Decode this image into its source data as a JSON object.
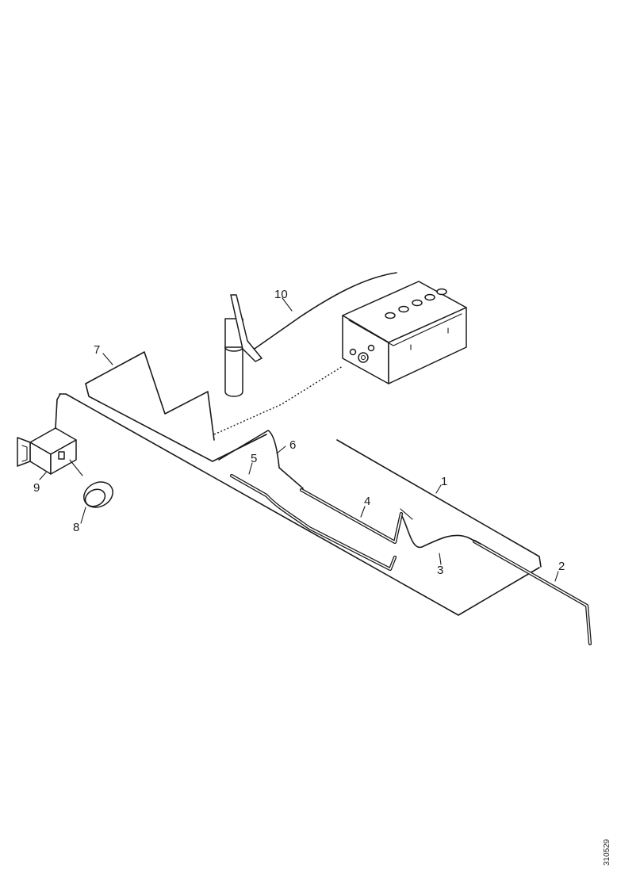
{
  "callouts": {
    "c1": "1",
    "c2": "2",
    "c3": "3",
    "c4": "4",
    "c5": "5",
    "c6": "6",
    "c7": "7",
    "c8": "8",
    "c9": "9",
    "c10": "10"
  },
  "figure_code": "310529"
}
